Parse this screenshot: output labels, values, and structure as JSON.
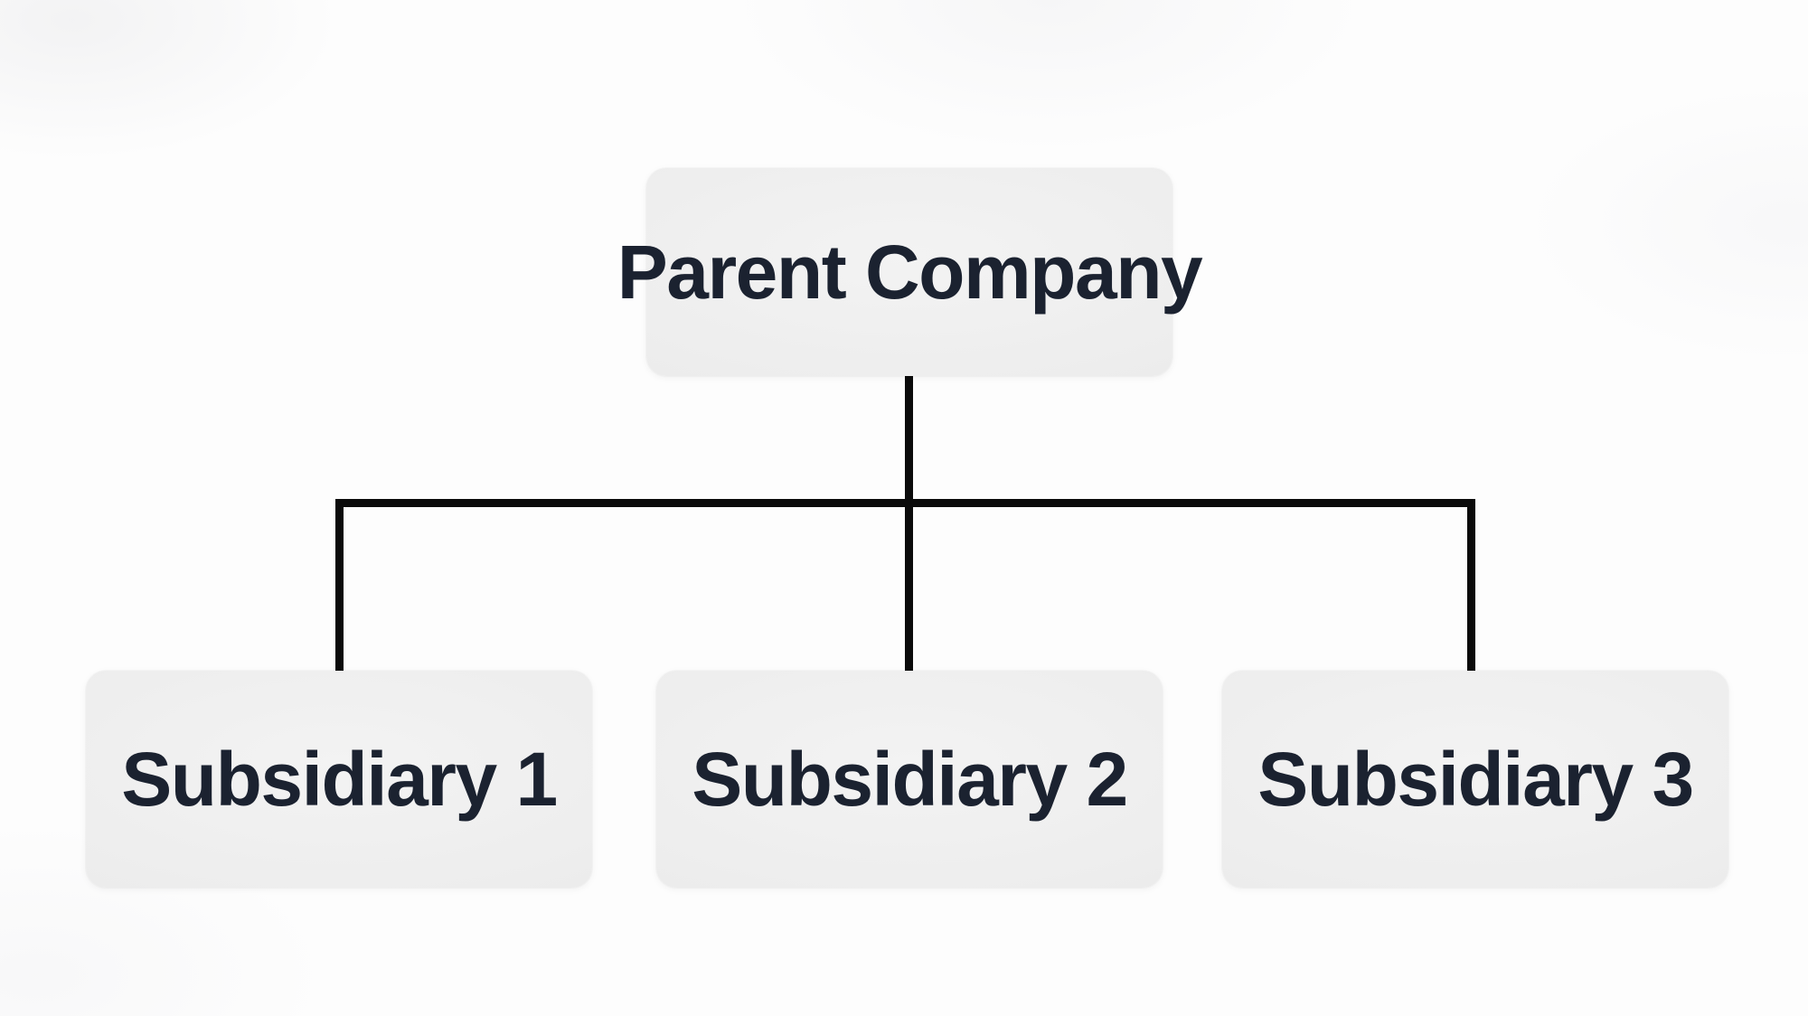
{
  "chart": {
    "type": "org-chart",
    "root": {
      "label": "Parent Company"
    },
    "children": [
      {
        "label": "Subsidiary 1"
      },
      {
        "label": "Subsidiary 2"
      },
      {
        "label": "Subsidiary 3"
      }
    ]
  },
  "theme": {
    "background": "#fdfdfd",
    "node_fill": "#ececec",
    "node_fill_light": "#f3f3f3",
    "node_text": "#1b2230",
    "connector": "#0b0b0b"
  }
}
